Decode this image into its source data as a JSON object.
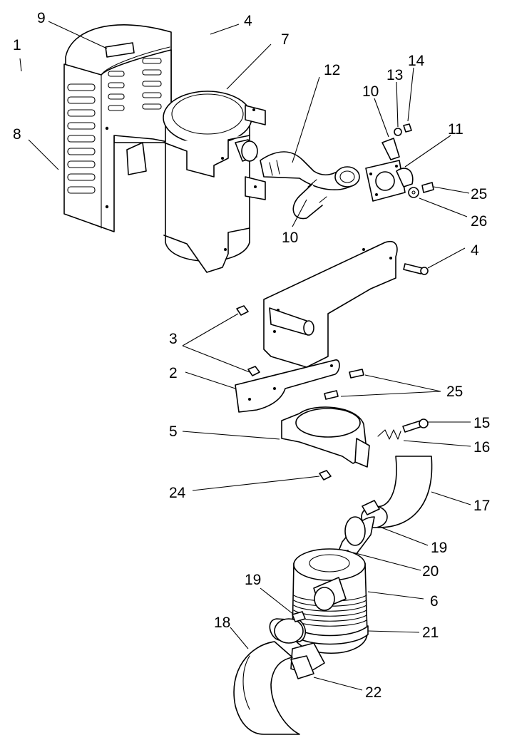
{
  "callouts": [
    {
      "id": "c1",
      "label": "1"
    },
    {
      "id": "c2",
      "label": "2"
    },
    {
      "id": "c3",
      "label": "3"
    },
    {
      "id": "c4a",
      "label": "4"
    },
    {
      "id": "c4b",
      "label": "4"
    },
    {
      "id": "c5",
      "label": "5"
    },
    {
      "id": "c6",
      "label": "6"
    },
    {
      "id": "c7",
      "label": "7"
    },
    {
      "id": "c8",
      "label": "8"
    },
    {
      "id": "c9",
      "label": "9"
    },
    {
      "id": "c10a",
      "label": "10"
    },
    {
      "id": "c10b",
      "label": "10"
    },
    {
      "id": "c11",
      "label": "11"
    },
    {
      "id": "c12",
      "label": "12"
    },
    {
      "id": "c13",
      "label": "13"
    },
    {
      "id": "c14",
      "label": "14"
    },
    {
      "id": "c15",
      "label": "15"
    },
    {
      "id": "c16",
      "label": "16"
    },
    {
      "id": "c17",
      "label": "17"
    },
    {
      "id": "c18",
      "label": "18"
    },
    {
      "id": "c19a",
      "label": "19"
    },
    {
      "id": "c19b",
      "label": "19"
    },
    {
      "id": "c20",
      "label": "20"
    },
    {
      "id": "c21",
      "label": "21"
    },
    {
      "id": "c22",
      "label": "22"
    },
    {
      "id": "c24",
      "label": "24"
    },
    {
      "id": "c25a",
      "label": "25"
    },
    {
      "id": "c25b",
      "label": "25"
    },
    {
      "id": "c26",
      "label": "26"
    }
  ]
}
